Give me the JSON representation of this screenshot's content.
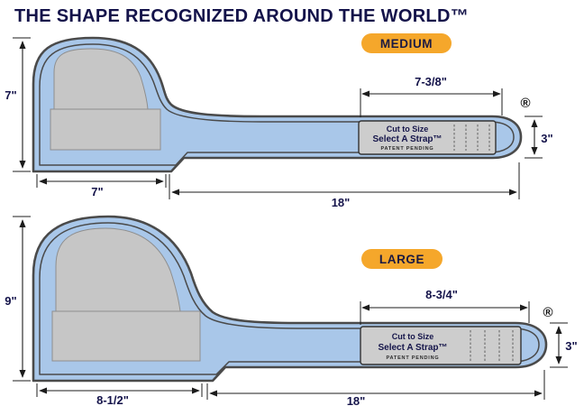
{
  "title": "THE SHAPE RECOGNIZED AROUND THE WORLD™",
  "colors": {
    "badge_orange": "#F5A72B",
    "shape_blue": "#A9C7E9",
    "pad_gray": "#C6C6C6",
    "title_navy": "#14134A"
  },
  "medium": {
    "badge": "MEDIUM",
    "registered": "®",
    "dims": {
      "head_height": "7\"",
      "head_base": "7\"",
      "strap_top": "7-3/8\"",
      "strap_height": "3\"",
      "total_length": "18\""
    },
    "label": {
      "line1": "Cut to Size",
      "line2": "Select A Strap™",
      "line3": "PATENT PENDING"
    }
  },
  "large": {
    "badge": "LARGE",
    "registered": "®",
    "dims": {
      "head_height": "9\"",
      "head_base": "8-1/2\"",
      "strap_top": "8-3/4\"",
      "strap_height": "3\"",
      "total_length": "18\""
    },
    "label": {
      "line1": "Cut to Size",
      "line2": "Select A Strap™",
      "line3": "PATENT PENDING"
    }
  }
}
